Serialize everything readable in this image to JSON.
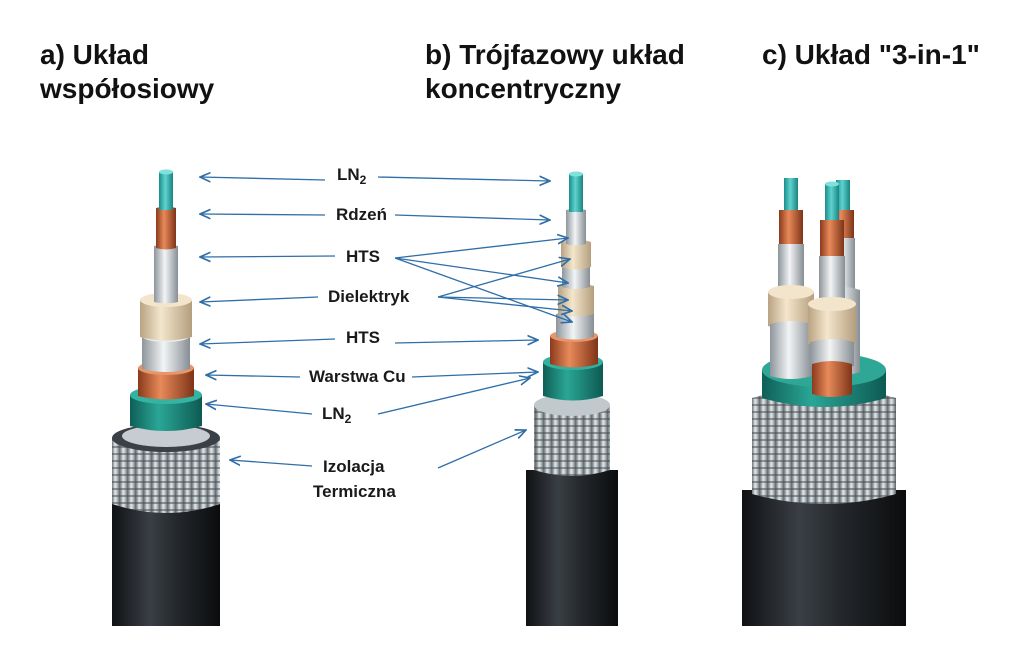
{
  "titles": {
    "a": "a) Układ\nwspółosiowy",
    "b": "b) Trójfazowy układ\nkoncentryczny",
    "c": "c) Układ \"3-in-1\""
  },
  "labels": {
    "ln2_top": "LN",
    "ln2_top_sub": "2",
    "rdzen": "Rdzeń",
    "hts_1": "HTS",
    "dielektryk": "Dielektryk",
    "hts_2": "HTS",
    "warstwa_cu": "Warstwa Cu",
    "ln2_bottom": "LN",
    "ln2_bottom_sub": "2",
    "izolacja_1": "Izolacja",
    "izolacja_2": "Termiczna"
  },
  "colors": {
    "arrow": "#2f6ea8",
    "jacket": "#1f2226",
    "corrugated": "#9aa3aa",
    "teal_layer": "#1e8c7e",
    "copper": "#c8643a",
    "dielectric": "#e6d4b6",
    "hts_tape": "#cfd5da",
    "ln2_core": "#2cb3b0"
  }
}
